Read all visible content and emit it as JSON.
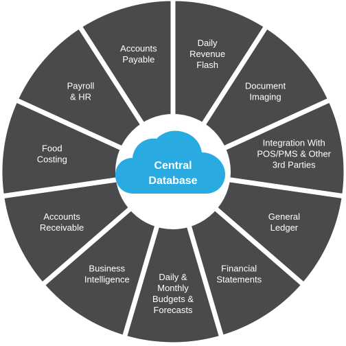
{
  "colors": {
    "segment_fill": "#4a4a4c",
    "divider": "#ffffff",
    "hub_fill": "#ffffff",
    "cloud_fill": "#29abe2",
    "label_text": "#ffffff"
  },
  "hub": {
    "icon": "cloud-icon",
    "lines": [
      "Central",
      "Database"
    ]
  },
  "segments": [
    {
      "id": "daily-revenue-flash",
      "lines": [
        "Daily",
        "Revenue",
        "Flash"
      ]
    },
    {
      "id": "document-imaging",
      "lines": [
        "Document",
        "Imaging"
      ]
    },
    {
      "id": "integration-with-pos-pms",
      "lines": [
        "Integration With",
        "POS/PMS & Other",
        "3rd Parties"
      ]
    },
    {
      "id": "general-ledger",
      "lines": [
        "General",
        "Ledger"
      ]
    },
    {
      "id": "financial-statements",
      "lines": [
        "Financial",
        "Statements"
      ]
    },
    {
      "id": "daily-monthly-budgets",
      "lines": [
        "Daily &",
        "Monthly",
        "Budgets &",
        "Forecasts"
      ]
    },
    {
      "id": "business-intelligence",
      "lines": [
        "Business",
        "Intelligence"
      ]
    },
    {
      "id": "accounts-receivable",
      "lines": [
        "Accounts",
        "Receivable"
      ]
    },
    {
      "id": "food-costing",
      "lines": [
        "Food",
        "Costing"
      ]
    },
    {
      "id": "payroll-hr",
      "lines": [
        "Payroll",
        "& HR"
      ]
    },
    {
      "id": "accounts-payable",
      "lines": [
        "Accounts",
        "Payable"
      ]
    }
  ]
}
